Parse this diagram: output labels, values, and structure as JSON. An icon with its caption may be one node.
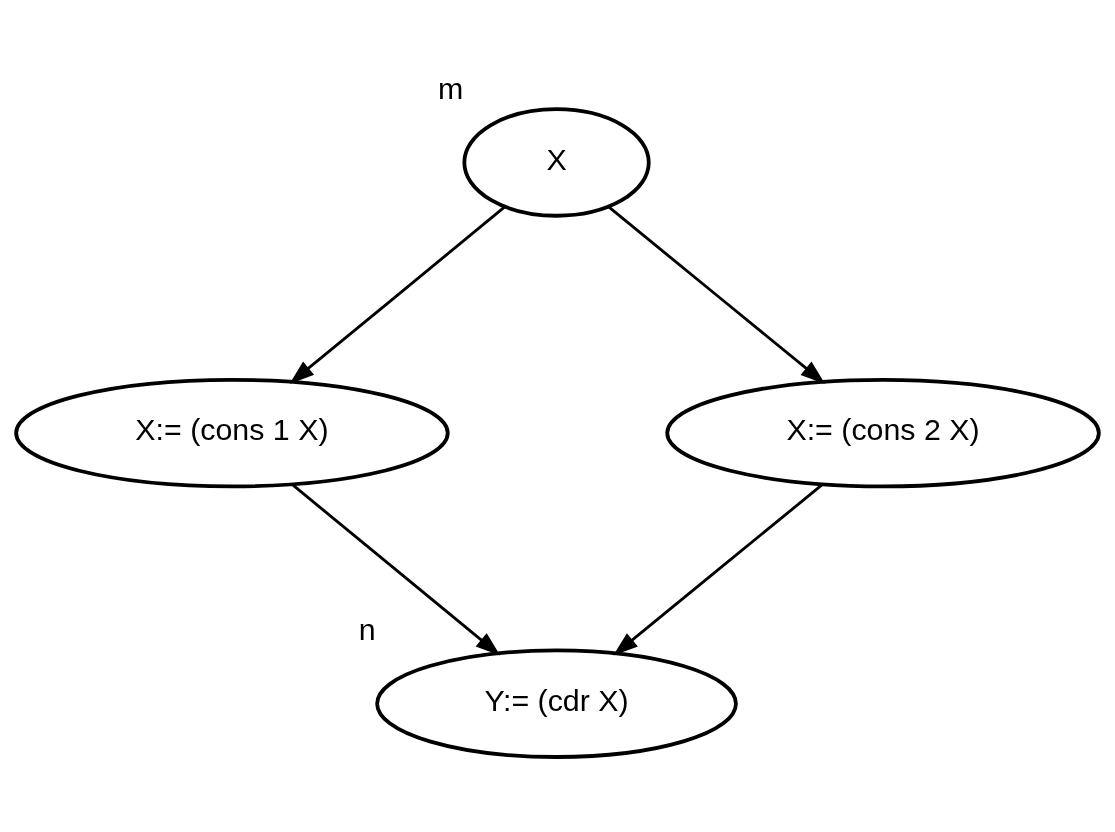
{
  "diagram": {
    "nodes": [
      {
        "text": [
          "X"
        ],
        "beside": [
          "m"
        ]
      },
      {
        "text": [
          "X:= (cons 1 X)"
        ]
      },
      {
        "text": [
          "X:= (cons 2 X)"
        ]
      },
      {
        "text": [
          "Y:= (cdr X)"
        ],
        "beside": [
          "n"
        ]
      }
    ],
    "edges": [
      {
        "from": 0,
        "to": 1,
        "arrow": "to"
      },
      {
        "from": 0,
        "to": 2,
        "arrow": "to"
      },
      {
        "from": 1,
        "to": 3,
        "arrow": "to"
      },
      {
        "from": 2,
        "to": 3,
        "arrow": "to"
      }
    ]
  }
}
